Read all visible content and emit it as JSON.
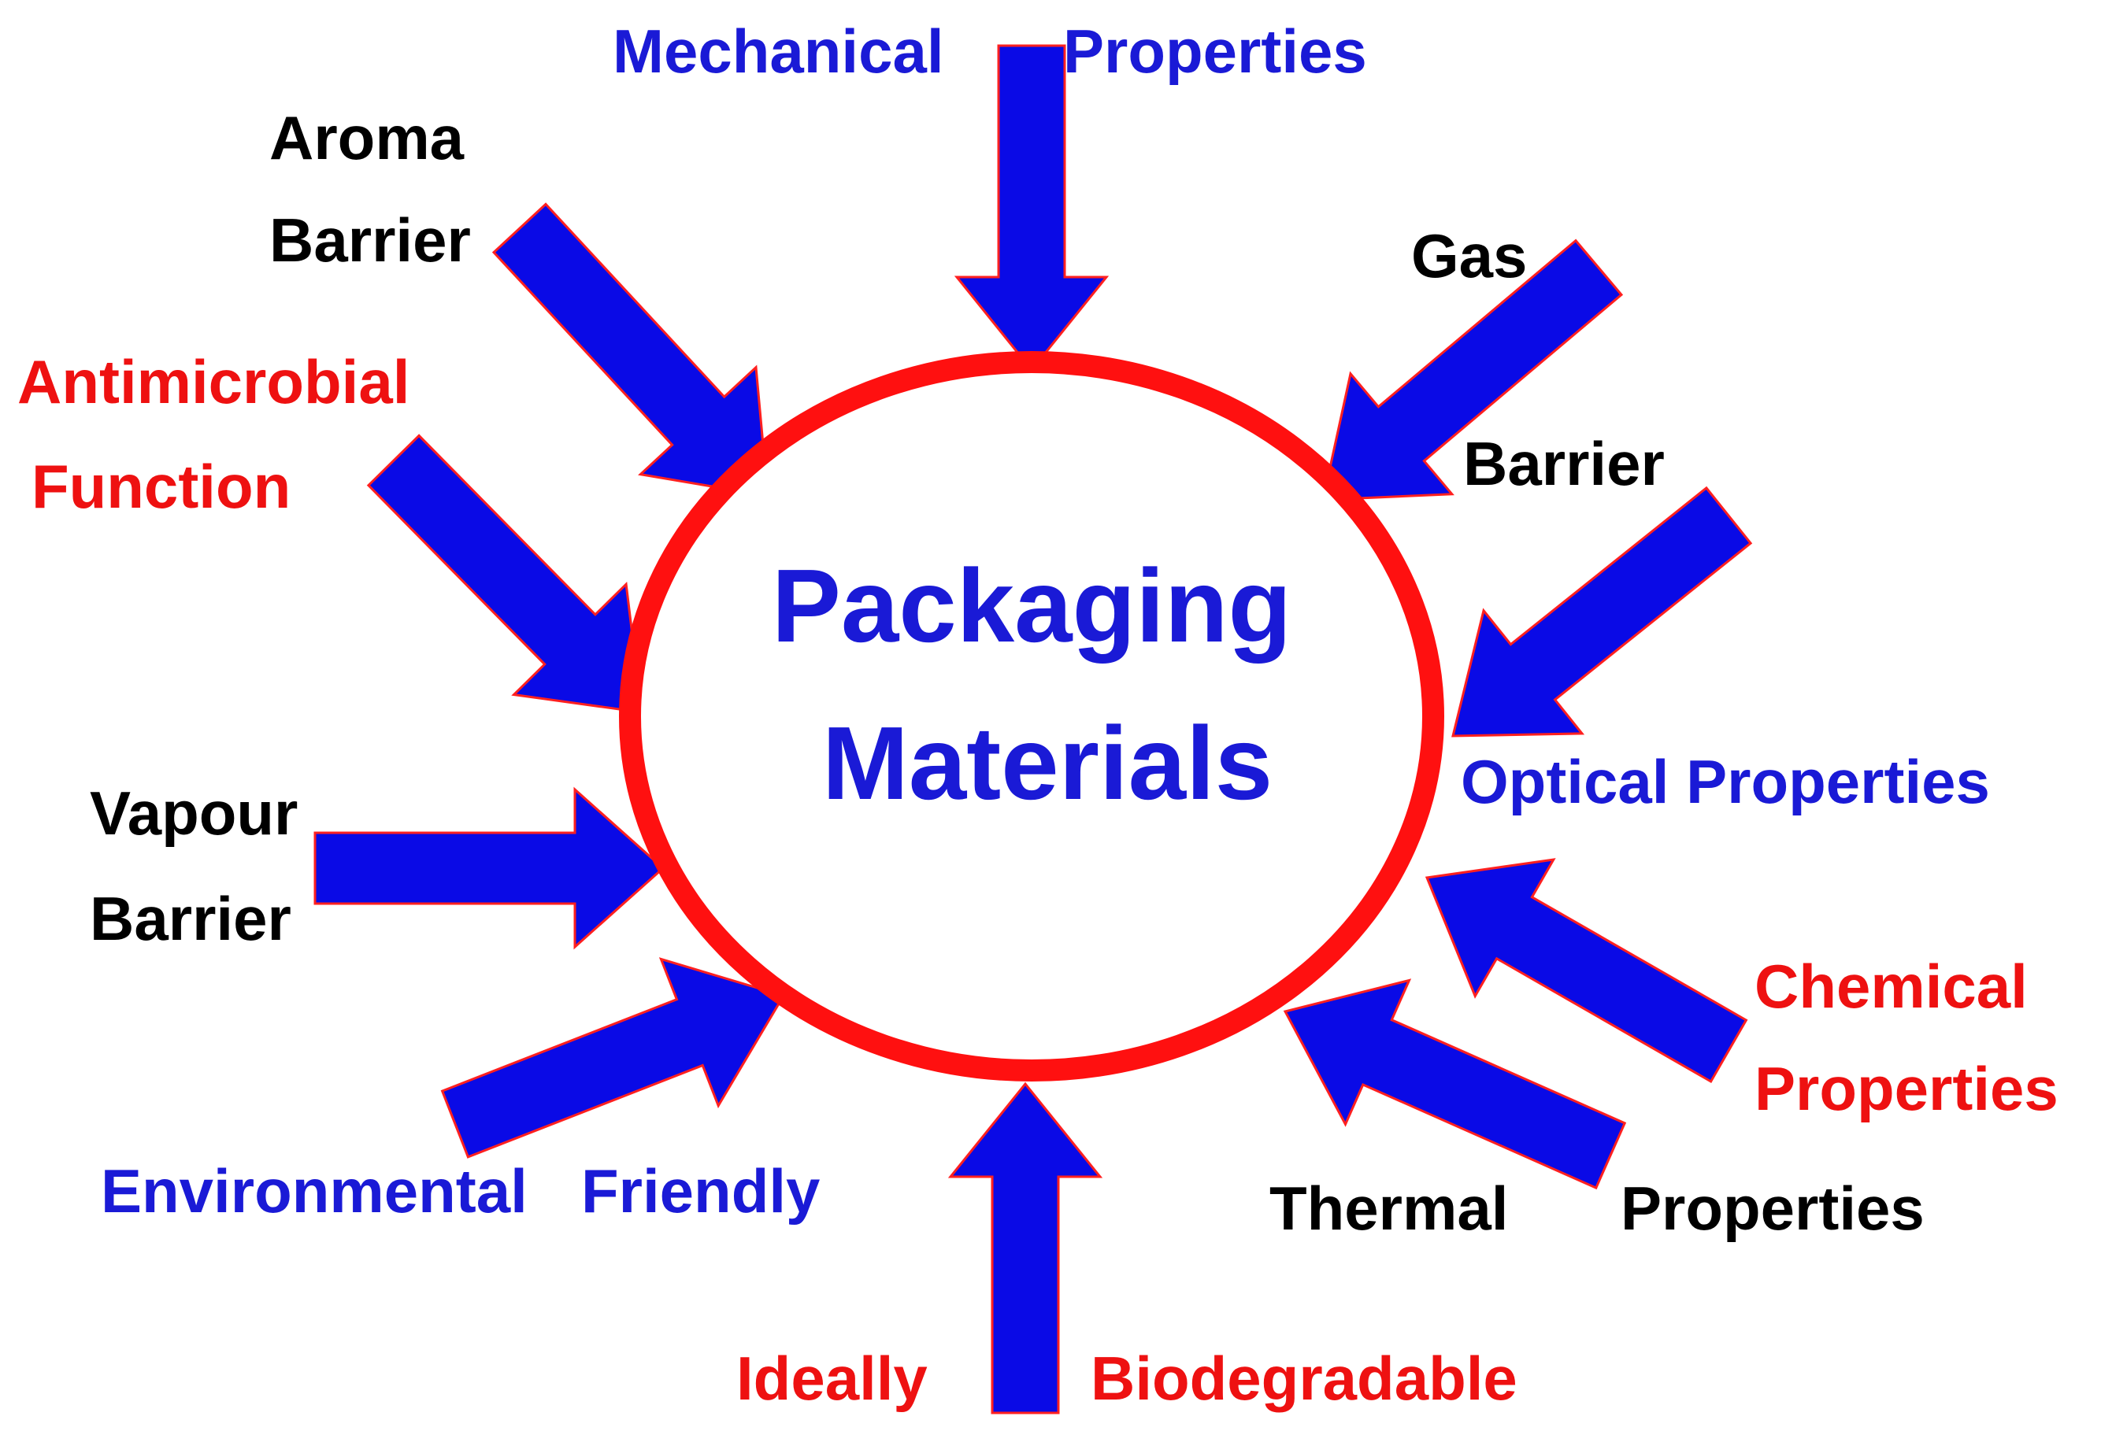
{
  "center": {
    "line1": "Packaging",
    "line2": "Materials",
    "text_color": "#1a1ad6",
    "ring_color": "#ff1010",
    "fill_color": "#ffffff"
  },
  "arrow_color": "#0a0ae6",
  "arrow_outline": "#ff2020",
  "labels": {
    "mechanical_1": "Mechanical",
    "mechanical_2": "Properties",
    "aroma_1": "Aroma",
    "aroma_2": "Barrier",
    "gas": "Gas",
    "gas_barrier": "Barrier",
    "antimicrobial_1": "Antimicrobial",
    "antimicrobial_2": "Function",
    "optical": "Optical Properties",
    "vapour_1": "Vapour",
    "vapour_2": "Barrier",
    "chemical_1": "Chemical",
    "chemical_2": "Properties",
    "environmental_1": "Environmental",
    "environmental_2": "Friendly",
    "thermal_1": "Thermal",
    "thermal_2": "Properties",
    "ideally": "Ideally",
    "biodegradable": "Biodegradable"
  },
  "colors": {
    "blue_text": "#1a1ad6",
    "red_text": "#ee1111",
    "black_text": "#000000"
  }
}
